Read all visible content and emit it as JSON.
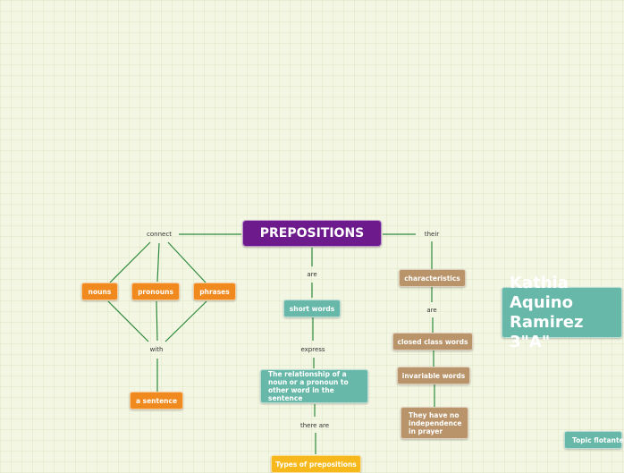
{
  "central": {
    "title": "PREPOSITIONS"
  },
  "linking_words": {
    "connect": "connect",
    "with": "with",
    "are_1": "are",
    "express": "express",
    "there_are": "there are",
    "their": "their",
    "are_2": "are"
  },
  "topics": {
    "nouns": "nouns",
    "pronouns": "pronouns",
    "phrases": "phrases",
    "a_sentence": "a sentence",
    "short_words": "short words",
    "relationship": "The relationship of a noun or a pronoun to other word in the sentence",
    "types": "Types of prepositions",
    "characteristics": "characteristics",
    "closed_class": "closed class words",
    "invariable": "invariable words",
    "no_independence": "They have no independence in prayer"
  },
  "author_box": "Kathia Aquino Ramirez 3\"A\"",
  "floating_topic": "Topic flotante",
  "colors": {
    "central": "#6d1a8c",
    "orange": "#f08a1e",
    "teal": "#67b8a8",
    "brown": "#b9946a",
    "yellow": "#f7b81c",
    "line_green": "#2f8a3e"
  }
}
